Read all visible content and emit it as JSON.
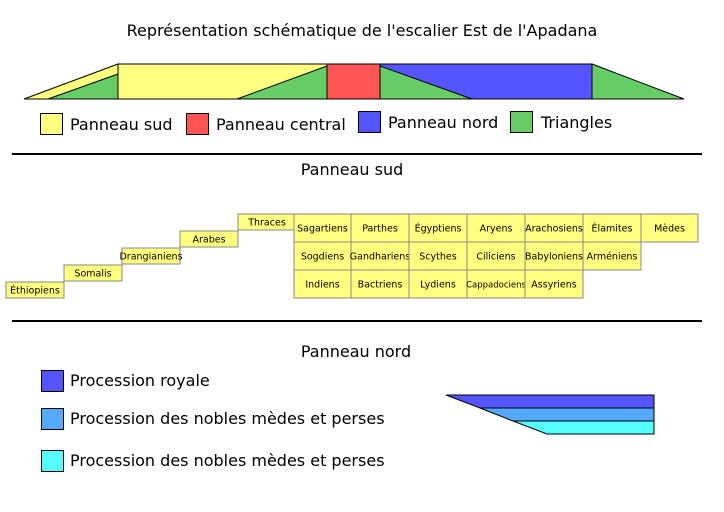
{
  "title": "Représentation schématique de l'escalier Est de l'Apadana",
  "colors": {
    "sud": "#ffff80",
    "central": "#ff5555",
    "nord": "#5555ff",
    "triangles": "#66cc66",
    "procession_royale": "#5555ff",
    "procession_nobles_1": "#55aaff",
    "procession_nobles_2": "#55ffff",
    "outline": "#000000"
  },
  "legend": [
    {
      "label": "Panneau sud",
      "color_key": "sud"
    },
    {
      "label": "Panneau central",
      "color_key": "central"
    },
    {
      "label": "Panneau nord",
      "color_key": "nord"
    },
    {
      "label": "Triangles",
      "color_key": "triangles"
    }
  ],
  "panneau_sud": {
    "title": "Panneau sud",
    "stairs": [
      "Éthiopiens",
      "Somalis",
      "Drangianiens",
      "Arabes",
      "Thraces"
    ],
    "grid": [
      [
        "Sagartiens",
        "Parthes",
        "Égyptiens",
        "Aryens",
        "Arachosiens",
        "Élamites",
        "Mèdes"
      ],
      [
        "Sogdiens",
        "Gandhariens",
        "Scythes",
        "Ciliciens",
        "Babyloniens",
        "Arméniens"
      ],
      [
        "Indiens",
        "Bactriens",
        "Lydiens",
        "Cappadociens",
        "Assyriens"
      ]
    ]
  },
  "panneau_nord": {
    "title": "Panneau nord",
    "legend": [
      {
        "label": "Procession royale",
        "color_key": "procession_royale"
      },
      {
        "label": "Procession des nobles mèdes et perses",
        "color_key": "procession_nobles_1"
      },
      {
        "label": "Procession des nobles mèdes et perses",
        "color_key": "procession_nobles_2"
      }
    ]
  }
}
